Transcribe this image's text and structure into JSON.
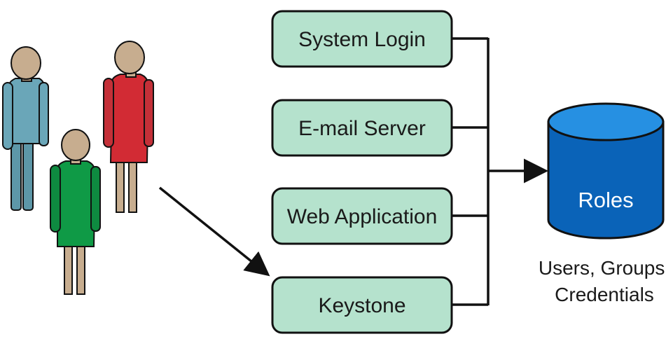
{
  "services": [
    {
      "label": "System Login"
    },
    {
      "label": "E-mail Server"
    },
    {
      "label": "Web Application"
    },
    {
      "label": "Keystone"
    }
  ],
  "database": {
    "label": "Roles",
    "caption_line1": "Users, Groups,",
    "caption_line2": "Credentials"
  },
  "colors": {
    "box_fill": "#b5e2cd",
    "box_stroke": "#111111",
    "db_top": "#1c8ce0",
    "db_body": "#0a63b8",
    "person_blue": "#6aa6b8",
    "person_red": "#d22b34",
    "person_green": "#0f9a46",
    "skin": "#c7ad8f"
  },
  "icons": [
    "user-blue-icon",
    "user-red-icon",
    "user-green-icon",
    "database-icon",
    "arrow-icon"
  ]
}
